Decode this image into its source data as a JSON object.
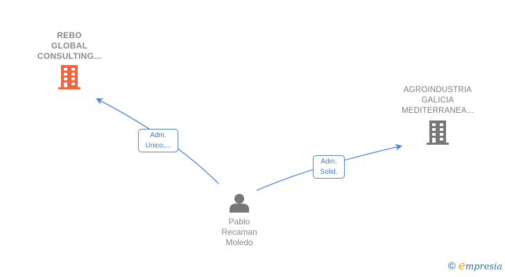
{
  "nodes": {
    "company_1": {
      "name_lines": [
        "REBO",
        "GLOBAL",
        "CONSULTING..."
      ],
      "icon": "building-icon",
      "color": "#f4623a"
    },
    "company_2": {
      "name_lines": [
        "AGROINDUSTRIA",
        "GALICIA",
        "MEDITERRANEA..."
      ],
      "icon": "building-icon",
      "color": "#777777"
    },
    "person": {
      "name_lines": [
        "Pablo",
        "Recaman",
        "Moledo"
      ],
      "icon": "person-icon",
      "color": "#777777"
    }
  },
  "edges": [
    {
      "from": "person",
      "to": "company_1",
      "label_lines": [
        "Adm.",
        "Unico,..."
      ]
    },
    {
      "from": "person",
      "to": "company_2",
      "label_lines": [
        "Adm.",
        "Solid."
      ]
    }
  ],
  "colors": {
    "edge": "#4a86d8"
  },
  "footer": {
    "copyright": "©",
    "brand_initial": "e",
    "brand_rest": "mpresia"
  }
}
